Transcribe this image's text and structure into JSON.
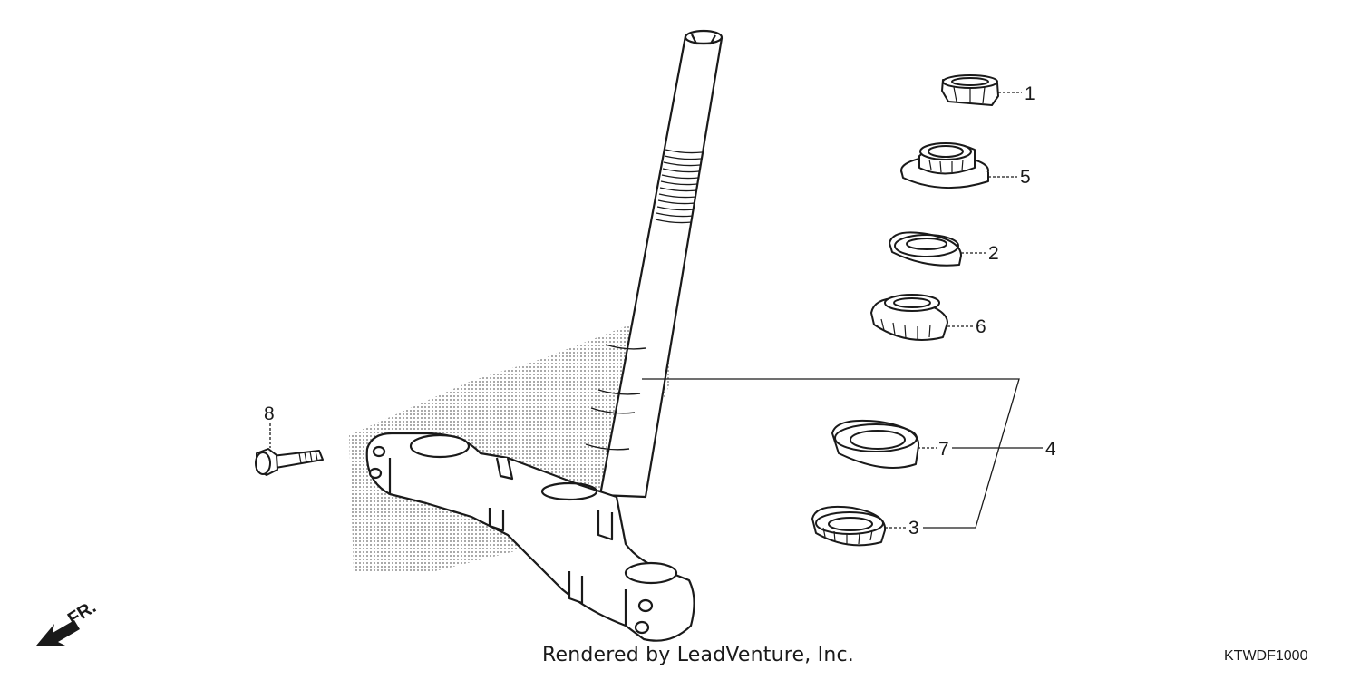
{
  "callouts": {
    "c1": "1",
    "c2": "2",
    "c3": "3",
    "c4": "4",
    "c5": "5",
    "c6": "6",
    "c7": "7",
    "c8": "8"
  },
  "direction_label": "FR.",
  "footer": {
    "credit": "Rendered by LeadVenture, Inc.",
    "code": "KTWDF1000"
  },
  "colors": {
    "line": "#1a1a1a",
    "shade": "#9a9a9a"
  }
}
